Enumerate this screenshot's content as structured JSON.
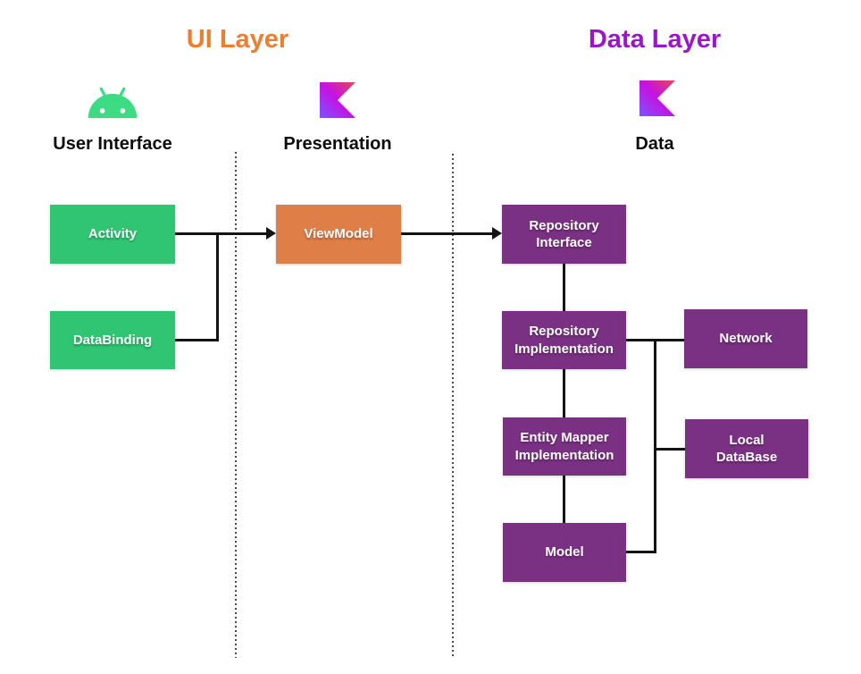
{
  "headers": {
    "ui_layer": {
      "label": "UI Layer",
      "color": "#ED7D31"
    },
    "data_layer": {
      "label": "Data Layer",
      "color": "#9A16C9"
    }
  },
  "columns": {
    "user_interface": {
      "label": "User Interface",
      "icon": "android-robot"
    },
    "presentation": {
      "label": "Presentation",
      "icon": "kotlin-logo"
    },
    "data": {
      "label": "Data",
      "icon": "kotlin-logo"
    }
  },
  "colors": {
    "green_node": "#30C573",
    "orange_node": "#E07E48",
    "purple_node": "#7B3183",
    "android_green": "#3DDC84",
    "kotlin_gradient": [
      "#E44857",
      "#C711E1",
      "#7F52FF"
    ],
    "edge_line": "#141414"
  },
  "nodes": {
    "activity": {
      "label": "Activity",
      "color": "#30C573"
    },
    "databinding": {
      "label": "DataBinding",
      "color": "#30C573"
    },
    "viewmodel": {
      "label": "ViewModel",
      "color": "#E07E48"
    },
    "repository_interface": {
      "label": "Repository\nInterface",
      "color": "#7B3183"
    },
    "repository_implementation": {
      "label": "Repository\nImplementation",
      "color": "#7B3183"
    },
    "network": {
      "label": "Network",
      "color": "#7B3183"
    },
    "entity_mapper_implementation": {
      "label": "Entity Mapper\nImplementation",
      "color": "#7B3183"
    },
    "local_database": {
      "label": "Local\nDataBase",
      "color": "#7B3183"
    },
    "model": {
      "label": "Model",
      "color": "#7B3183"
    }
  },
  "edges": [
    {
      "from": "activity",
      "to": "viewmodel",
      "style": "arrow"
    },
    {
      "from": "databinding",
      "to": "activity-viewmodel-line",
      "style": "line"
    },
    {
      "from": "viewmodel",
      "to": "repository_interface",
      "style": "arrow"
    },
    {
      "from": "repository_interface",
      "to": "repository_implementation",
      "style": "line"
    },
    {
      "from": "repository_implementation",
      "to": "entity_mapper_implementation",
      "style": "line"
    },
    {
      "from": "entity_mapper_implementation",
      "to": "model",
      "style": "line"
    },
    {
      "from": "repository_implementation",
      "to": "network",
      "style": "line"
    },
    {
      "from": "repository_implementation",
      "to": "local_database",
      "style": "line"
    },
    {
      "from": "model",
      "to": "repository_implementation",
      "style": "line"
    }
  ]
}
